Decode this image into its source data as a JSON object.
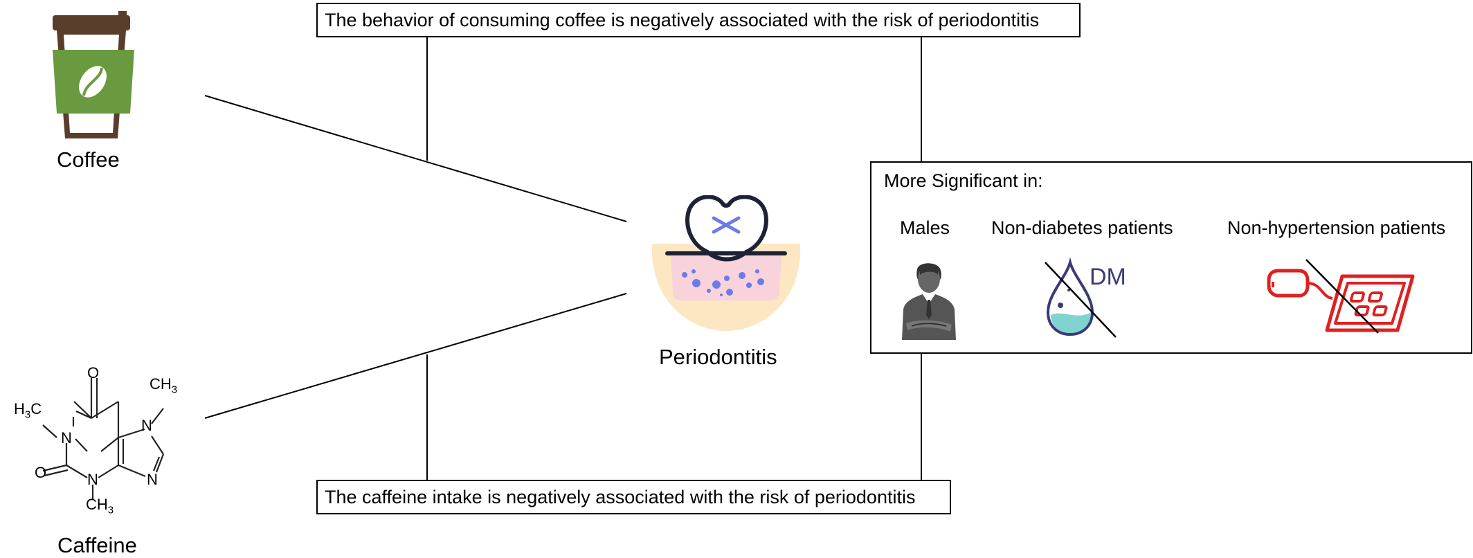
{
  "nodes": {
    "coffee": {
      "label": "Coffee"
    },
    "caffeine": {
      "label": "Caffeine",
      "atoms": {
        "o_top": "O",
        "o_left": "O",
        "n1": "N",
        "n3": "N",
        "n7": "N",
        "n9": "N",
        "ch3": "CH",
        "sub3": "3",
        "h3c_h": "H",
        "h3c_sub": "3",
        "h3c_c": "C"
      }
    },
    "periodontitis": {
      "label": "Periodontitis"
    }
  },
  "statements": {
    "coffee": "The behavior of consuming coffee is negatively associated with the risk of periodontitis",
    "caffeine": "The caffeine intake is negatively associated with the risk of periodontitis"
  },
  "significance": {
    "title": "More Significant in:",
    "groups": [
      {
        "label": "Males",
        "icon": "male-person-icon"
      },
      {
        "label": "Non-diabetes patients",
        "icon": "no-diabetes-drop-icon",
        "icon_text": "DM"
      },
      {
        "label": "Non-hypertension patients",
        "icon": "no-blood-pressure-monitor-icon"
      }
    ]
  },
  "colors": {
    "cup_brown": "#5a3e2b",
    "cup_green": "#6a9a40",
    "gum_cream": "#fde7c2",
    "gum_pink": "#f9d3dc",
    "tooth_outline": "#1e2235",
    "accent_blue": "#6b7be8",
    "person_gray": "#555555",
    "dm_navy": "#3b3a78",
    "drop_teal": "#7fd4d0",
    "bp_red": "#e02020"
  }
}
